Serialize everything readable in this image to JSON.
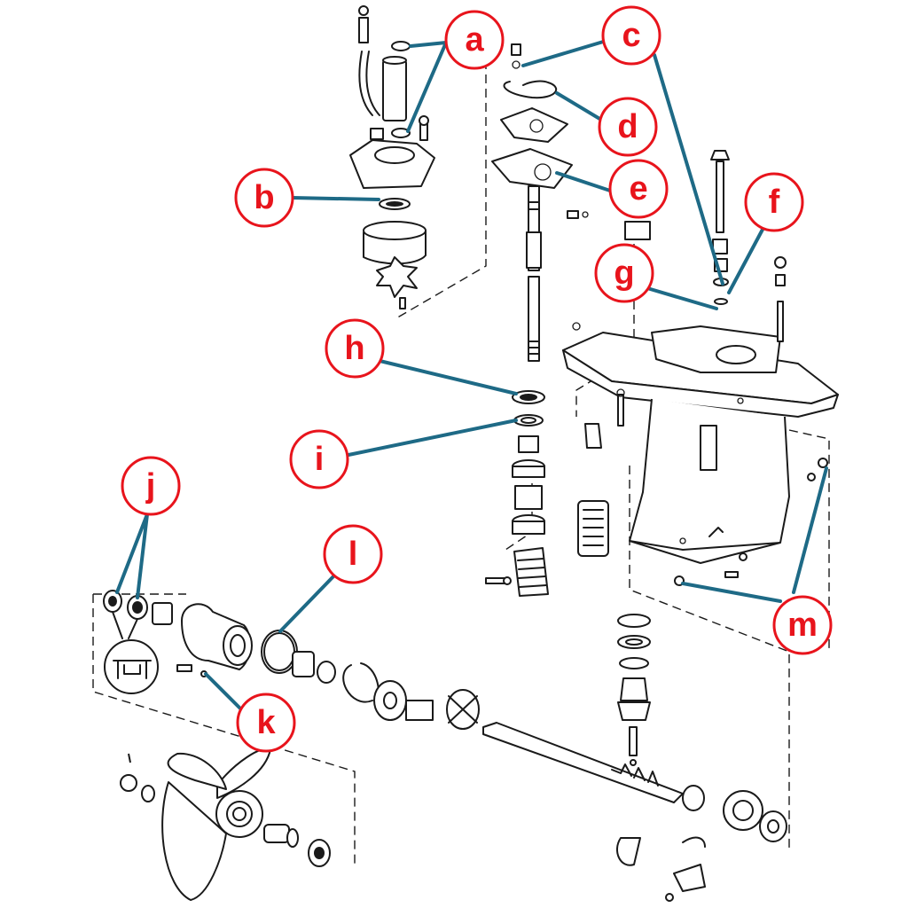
{
  "callouts": [
    {
      "id": "a",
      "label": "a"
    },
    {
      "id": "b",
      "label": "b"
    },
    {
      "id": "c",
      "label": "c"
    },
    {
      "id": "d",
      "label": "d"
    },
    {
      "id": "e",
      "label": "e"
    },
    {
      "id": "f",
      "label": "f"
    },
    {
      "id": "g",
      "label": "g"
    },
    {
      "id": "h",
      "label": "h"
    },
    {
      "id": "i",
      "label": "i"
    },
    {
      "id": "j",
      "label": "j"
    },
    {
      "id": "k",
      "label": "k"
    },
    {
      "id": "l",
      "label": "l"
    },
    {
      "id": "m",
      "label": "m"
    }
  ],
  "colors": {
    "callout_ring": "#e8141c",
    "callout_text": "#e8141c",
    "leader": "#1e6a86",
    "drawing": "#1a1a1a"
  }
}
